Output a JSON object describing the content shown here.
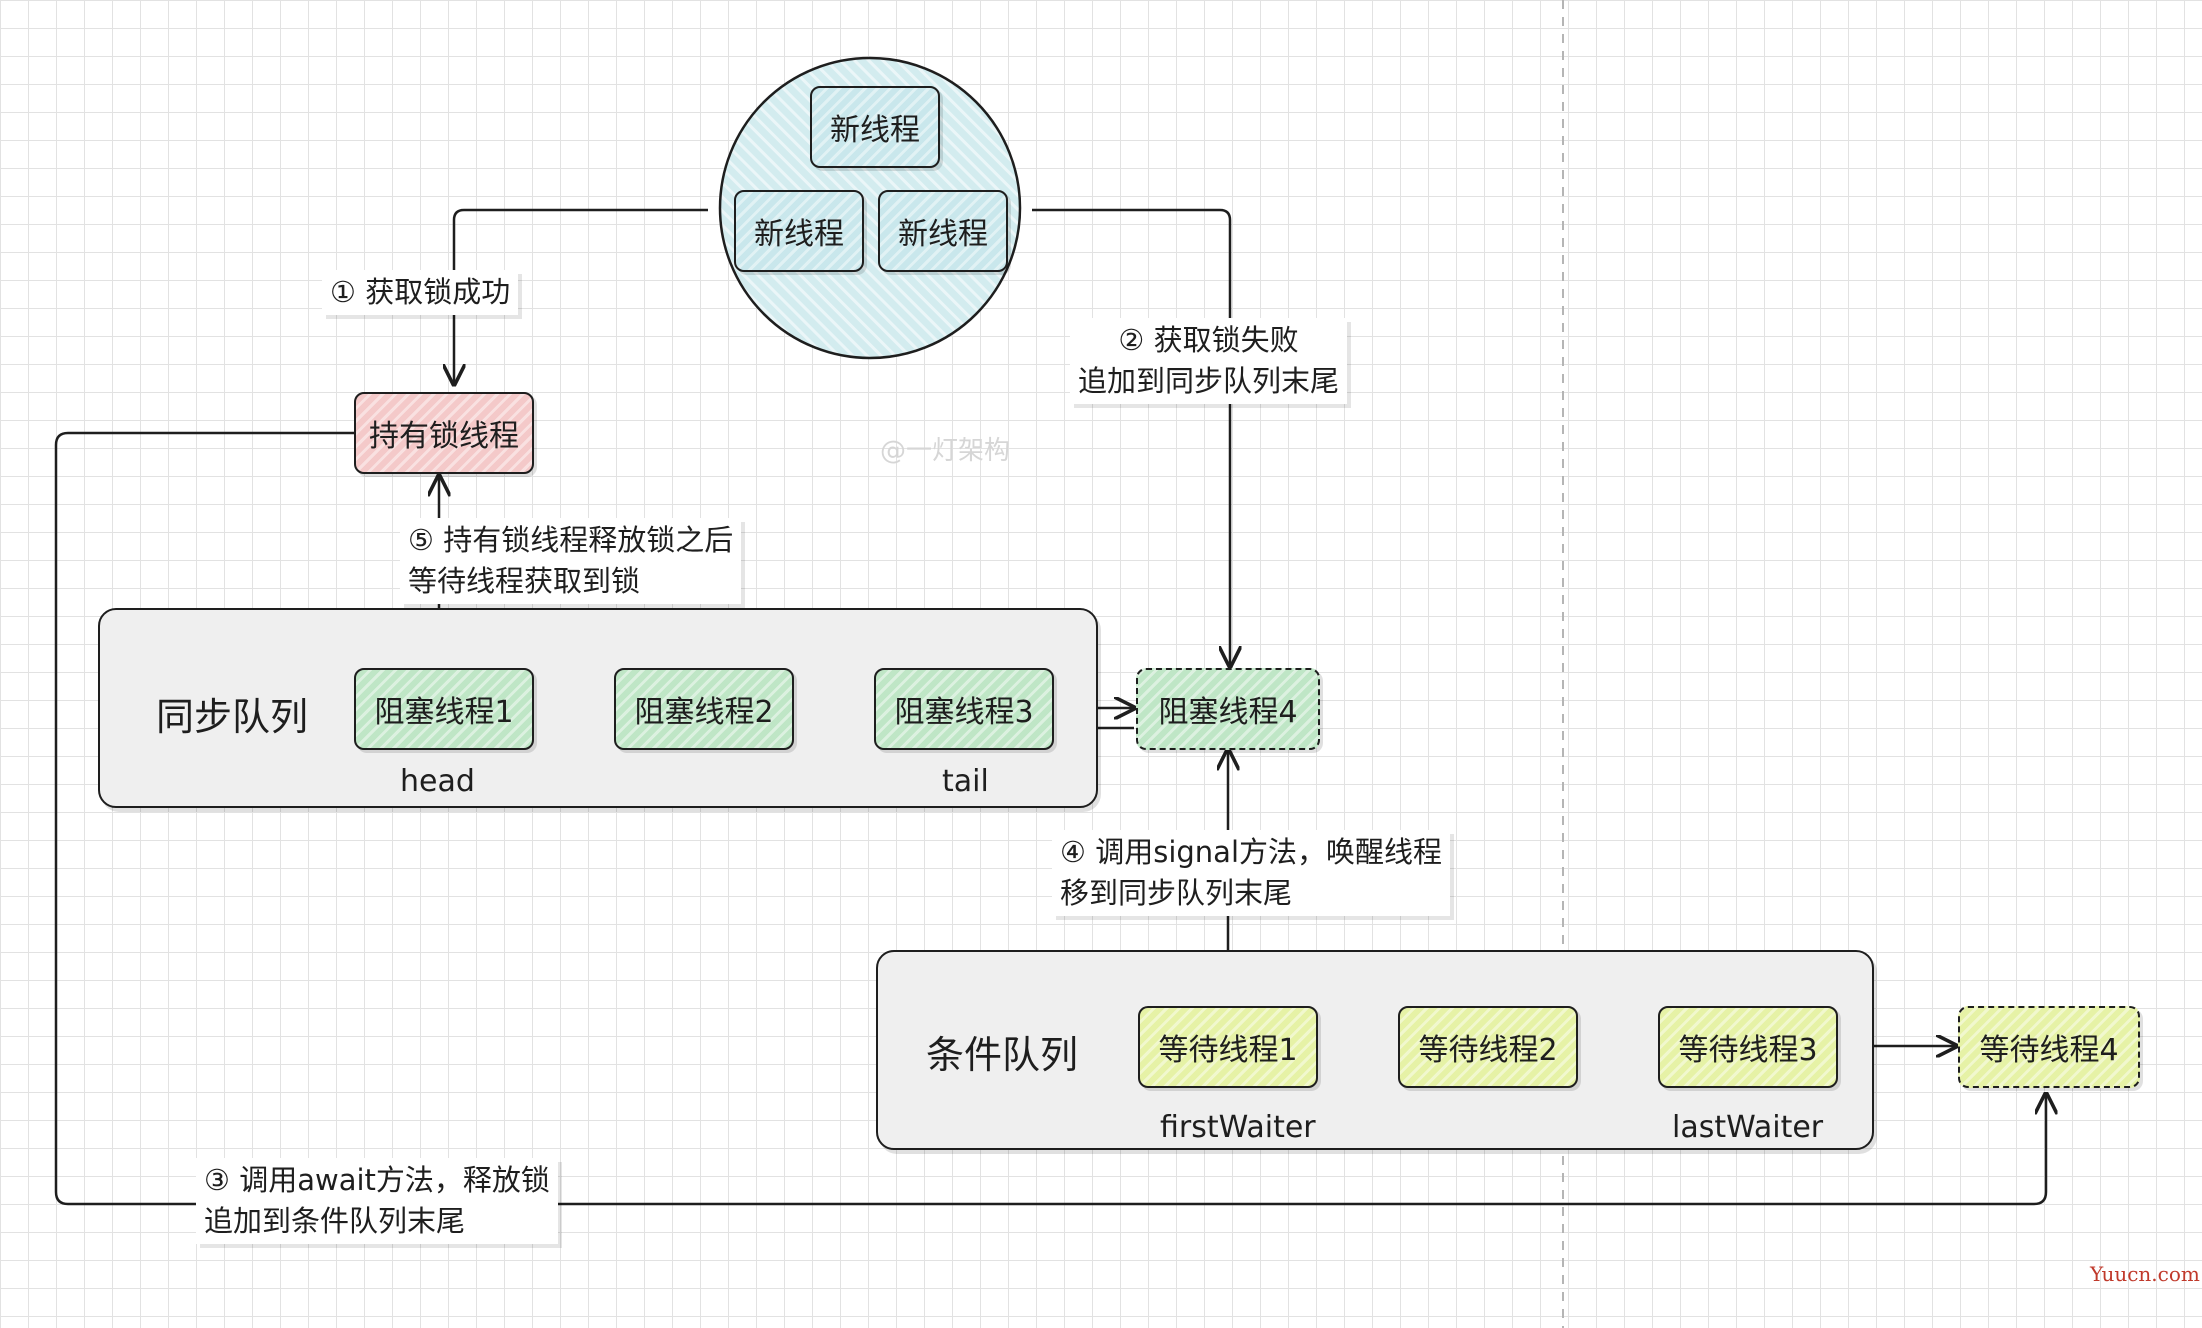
{
  "colors": {
    "new_thread": "#c9e7ec",
    "lock_holder": "#f4c9c9",
    "blocked_thread": "#bfe6c6",
    "waiting_thread": "#e6f2a6",
    "queue_panel": "#efefef",
    "line": "#1e1e1e"
  },
  "thread_pool": {
    "threads": [
      "新线程",
      "新线程",
      "新线程"
    ]
  },
  "lock_holder": "持有锁线程",
  "sync_queue": {
    "title": "同步队列",
    "nodes": [
      "阻塞线程1",
      "阻塞线程2",
      "阻塞线程3"
    ],
    "pending_node": "阻塞线程4",
    "head_label": "head",
    "tail_label": "tail"
  },
  "condition_queue": {
    "title": "条件队列",
    "nodes": [
      "等待线程1",
      "等待线程2",
      "等待线程3"
    ],
    "pending_node": "等待线程4",
    "first_label": "firstWaiter",
    "last_label": "lastWaiter"
  },
  "steps": {
    "step1": "① 获取锁成功",
    "step2_line1": "② 获取锁失败",
    "step2_line2": "追加到同步队列末尾",
    "step3_line1": "③ 调用await方法，释放锁",
    "step3_line2": "追加到条件队列末尾",
    "step4_line1": "④ 调用signal方法，唤醒线程",
    "step4_line2": "移到同步队列末尾",
    "step5_line1": "⑤ 持有锁线程释放锁之后",
    "step5_line2": "等待线程获取到锁"
  },
  "watermark": "@一灯架构",
  "site_mark": "Yuucn.com"
}
